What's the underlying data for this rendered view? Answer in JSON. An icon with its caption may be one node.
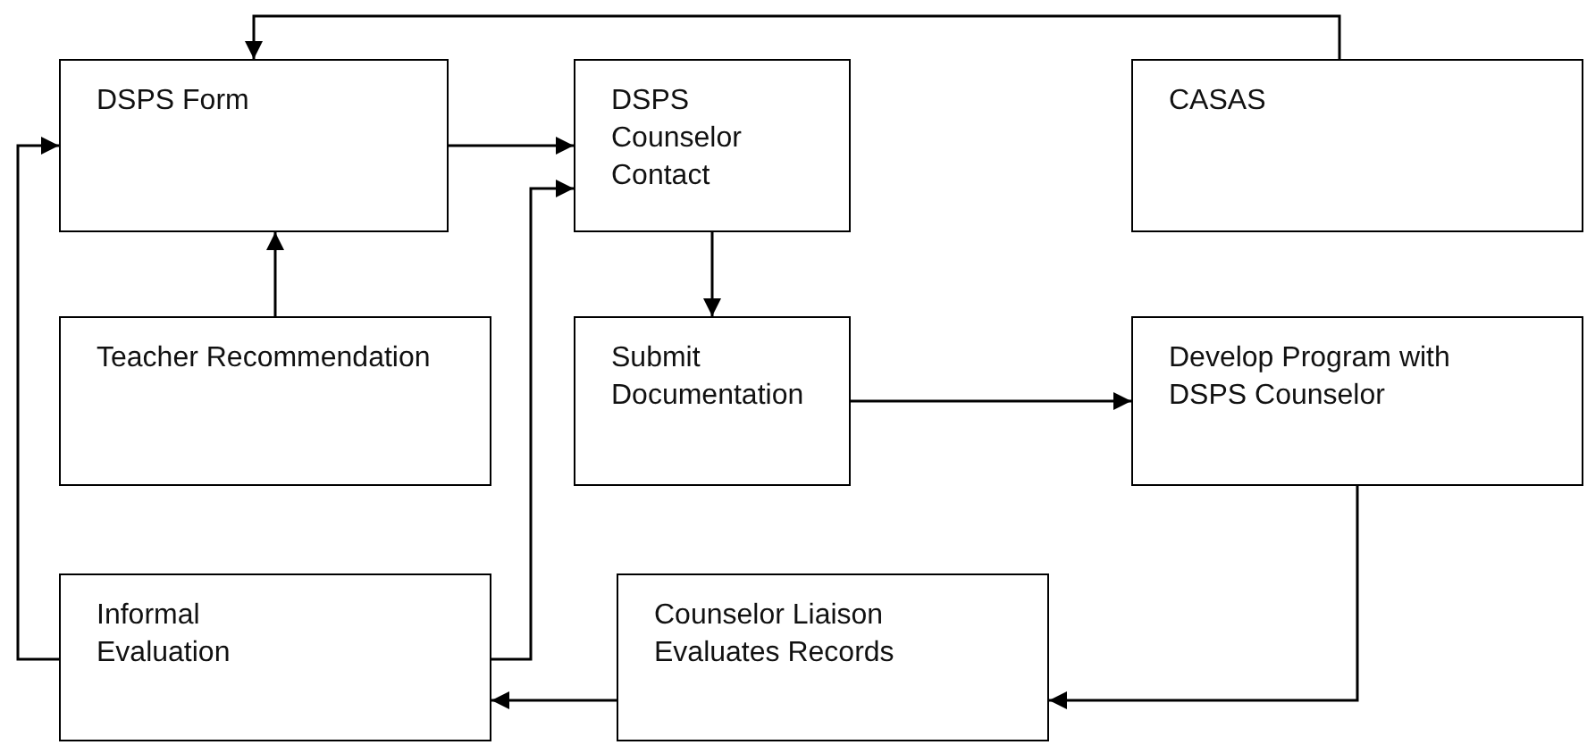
{
  "diagram": {
    "nodes": [
      {
        "text": [
          "DSPS Form"
        ]
      },
      {
        "text": [
          "DSPS Counselor Contact"
        ]
      },
      {
        "text": [
          "CASAS"
        ]
      },
      {
        "text": [
          "Teacher Recommendation"
        ]
      },
      {
        "text": [
          "Submit Documentation"
        ]
      },
      {
        "text": [
          "Develop Program with DSPS Counselor"
        ]
      },
      {
        "text": [
          "Informal Evaluation"
        ]
      },
      {
        "text": [
          "Counselor Liaison Evaluates Records"
        ]
      }
    ],
    "edges": [
      {
        "from": 2,
        "to": 0,
        "arrow": "to"
      },
      {
        "from": 0,
        "to": 1,
        "arrow": "to"
      },
      {
        "from": 3,
        "to": 0,
        "arrow": "to"
      },
      {
        "from": 1,
        "to": 4,
        "arrow": "to"
      },
      {
        "from": 4,
        "to": 5,
        "arrow": "to"
      },
      {
        "from": 5,
        "to": 7,
        "arrow": "to"
      },
      {
        "from": 7,
        "to": 6,
        "arrow": "to"
      },
      {
        "from": 6,
        "to": 0,
        "arrow": "to"
      },
      {
        "from": 6,
        "to": 1,
        "arrow": "to"
      }
    ]
  }
}
